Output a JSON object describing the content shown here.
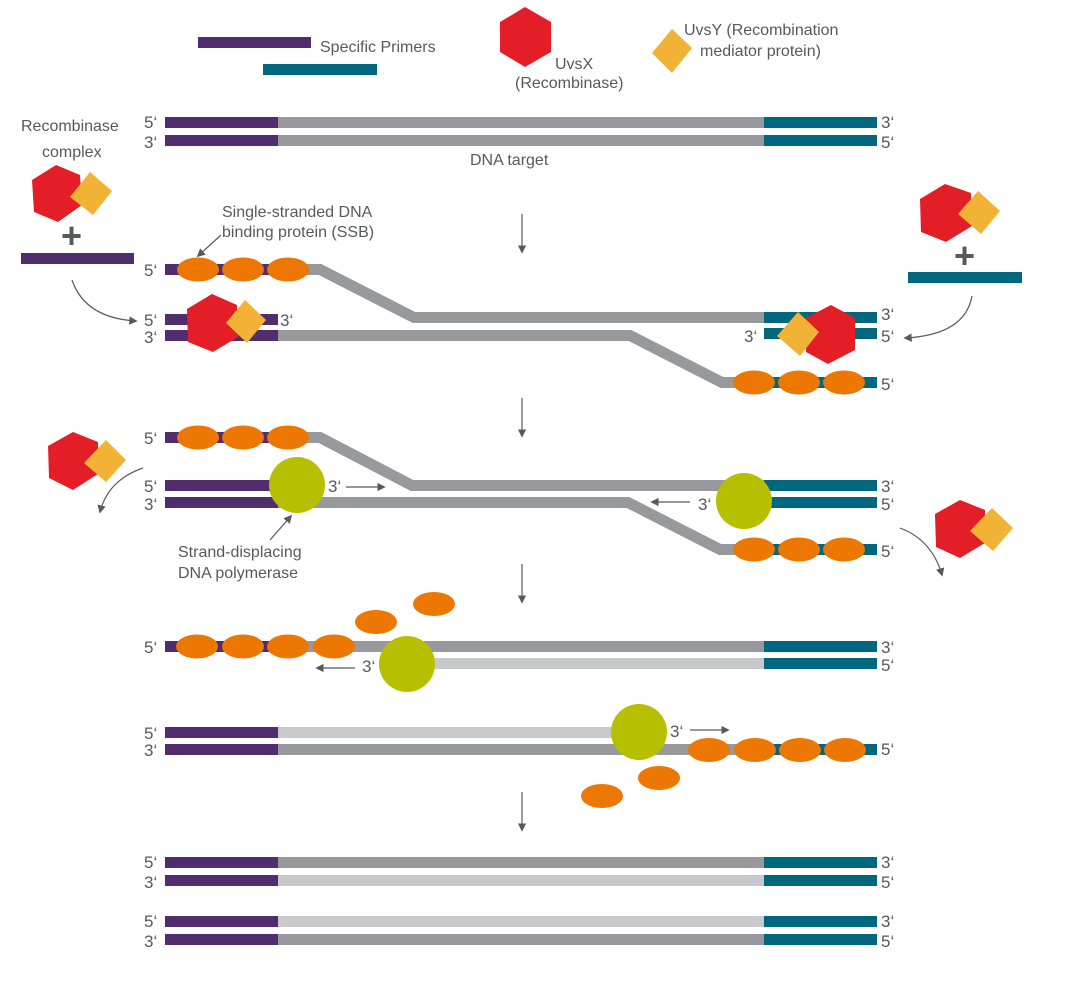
{
  "colors": {
    "primer_fwd": "#522d6d",
    "primer_rev": "#00677f",
    "template": "#98999d",
    "new_strand": "#c8c9cb",
    "recombinase": "#e41e26",
    "mediator": "#f2b236",
    "ssb": "#ec7703",
    "polymerase": "#b6bf00",
    "text": "#58595b",
    "arrow": "#58595b"
  },
  "legend": {
    "primers_label": "Specific Primers",
    "uvsx_label_line1": "UvsX",
    "uvsx_label_line2": "(Recombinase)",
    "uvsy_label_line1": "UvsY (Recombination",
    "uvsy_label_line2": "mediator protein)"
  },
  "labels": {
    "dna_target": "DNA target",
    "recombinase_complex_line1": "Recombinase",
    "recombinase_complex_line2": "complex",
    "ssb_line1": "Single-stranded DNA",
    "ssb_line2": "binding protein (SSB)",
    "polymerase_line1": "Strand-displacing",
    "polymerase_line2": "DNA polymerase",
    "plus": "+"
  },
  "ends": {
    "five": "5‘",
    "three": "3‘"
  },
  "steps": [
    {
      "name": "step-1-target",
      "top_left": "5‘",
      "bottom_left": "3‘",
      "top_right": "3‘",
      "bottom_right": "5‘"
    },
    {
      "name": "step-2-primer-invasion"
    },
    {
      "name": "step-3-extension"
    },
    {
      "name": "step-4-displacement"
    },
    {
      "name": "step-5-products",
      "top_left": "5‘",
      "bottom_left": "3‘",
      "top_right": "3‘",
      "bottom_right": "5‘"
    }
  ]
}
